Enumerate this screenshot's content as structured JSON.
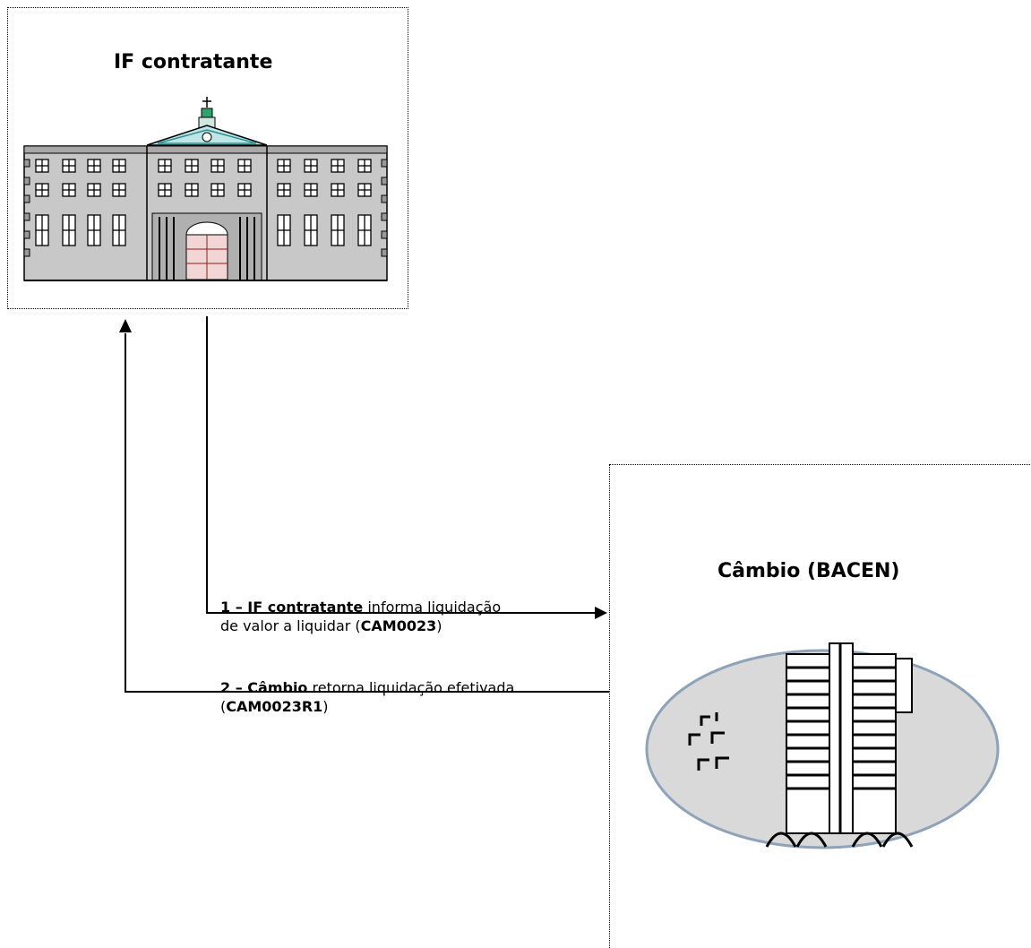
{
  "participants": {
    "if_contratante": {
      "title": "IF contratante"
    },
    "bacen": {
      "title": "Câmbio (BACEN)"
    }
  },
  "messages": [
    {
      "actor": "1 – IF contratante",
      "text_line1": " informa liquidação",
      "text_line2_pre": "de valor a liquidar (",
      "code": "CAM0023",
      "text_line2_post": ")"
    },
    {
      "actor": "2 – Câmbio",
      "text_line1": " retorna liquidação  efetivada",
      "text_line2_pre": "(",
      "code": "CAM0023R1",
      "text_line2_post": ")"
    }
  ],
  "icons": {
    "if_contratante": "bank-building-icon",
    "bacen": "central-bank-tower-icon"
  }
}
